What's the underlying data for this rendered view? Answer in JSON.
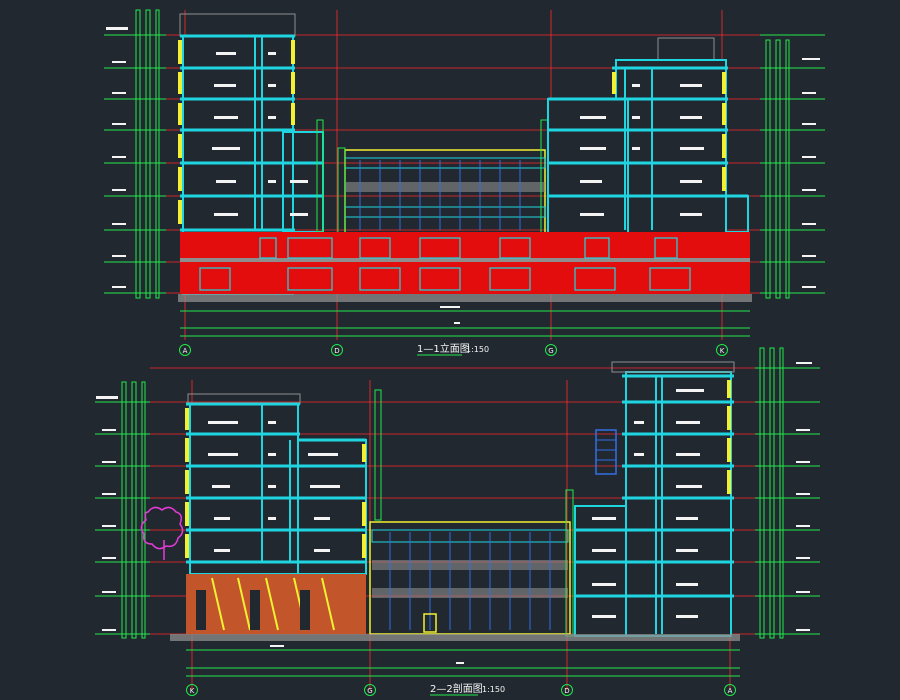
{
  "colors": {
    "background": "#212830",
    "green": "#22e84a",
    "cyan": "#1fd6e0",
    "yellow": "#f2f033",
    "red": "#e30d0d",
    "red_line": "#ff2a2a",
    "magenta": "#e73bd8",
    "white": "#f4f4f4",
    "gray": "#8e8e8e",
    "blue": "#3070e6",
    "brick": "#c2552a"
  },
  "section_1": {
    "title": "1—1立面图",
    "scale": "1:150",
    "axis_labels": [
      "A",
      "D",
      "G",
      "K"
    ]
  },
  "section_2": {
    "title": "2—2剖面图",
    "scale": "1:150",
    "axis_labels": [
      "K",
      "G",
      "D",
      "A"
    ]
  },
  "icons": [
    "tree-symbol-icon"
  ]
}
